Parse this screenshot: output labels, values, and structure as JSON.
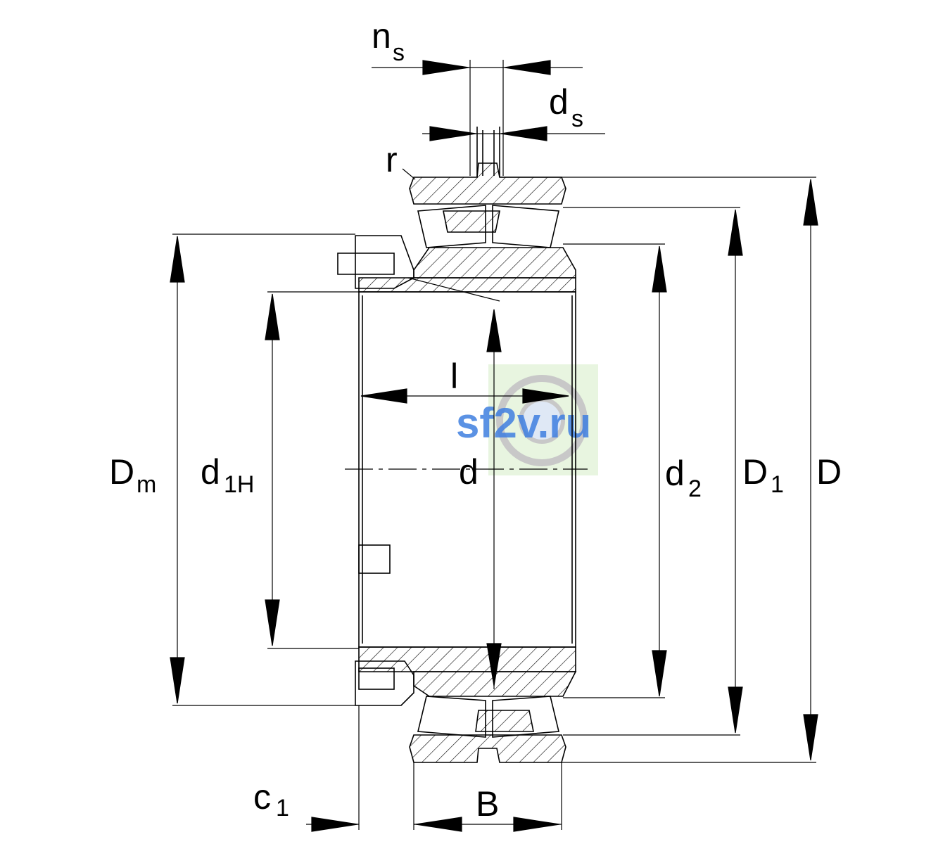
{
  "labels": {
    "ns": {
      "main": "n",
      "sub": "s"
    },
    "ds": {
      "main": "d",
      "sub": "s"
    },
    "r": "r",
    "l": "l",
    "Dm": {
      "main": "D",
      "sub": "m"
    },
    "d1H": {
      "main": "d",
      "sub": "1H"
    },
    "d": "d",
    "d2": {
      "main": "d",
      "sub": "2"
    },
    "D1": {
      "main": "D",
      "sub": "1"
    },
    "D": "D",
    "c1": {
      "main": "c",
      "sub": "1"
    },
    "B": "B"
  },
  "watermark": "sf2v.ru",
  "colors": {
    "line": "#000000",
    "watermark": "#3f7fe0",
    "watermark_bg": "#e8f5e0"
  }
}
